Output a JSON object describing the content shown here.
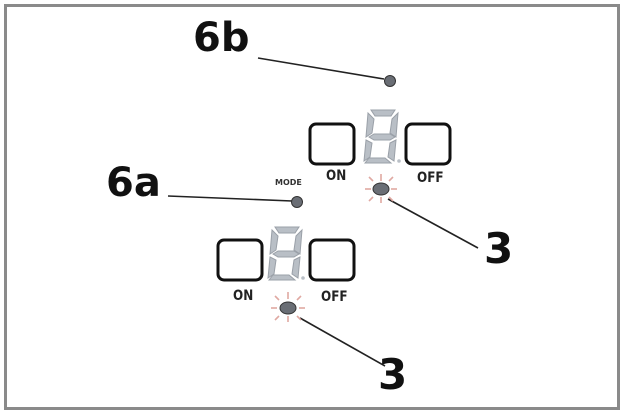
{
  "callouts": {
    "label_6b": "6b",
    "label_6a": "6a",
    "label_3_upper": "3",
    "label_3_lower": "3"
  },
  "panel_upper": {
    "on_label": "ON",
    "off_label": "OFF"
  },
  "panel_lower": {
    "on_label": "ON",
    "off_label": "OFF",
    "mode_label": "MODE"
  },
  "colors": {
    "frame": "#8a8a8a",
    "digit": "#b9bfc6",
    "indicator": "#6a6e75",
    "glow": "#e0a9a2",
    "outline": "#111111"
  }
}
